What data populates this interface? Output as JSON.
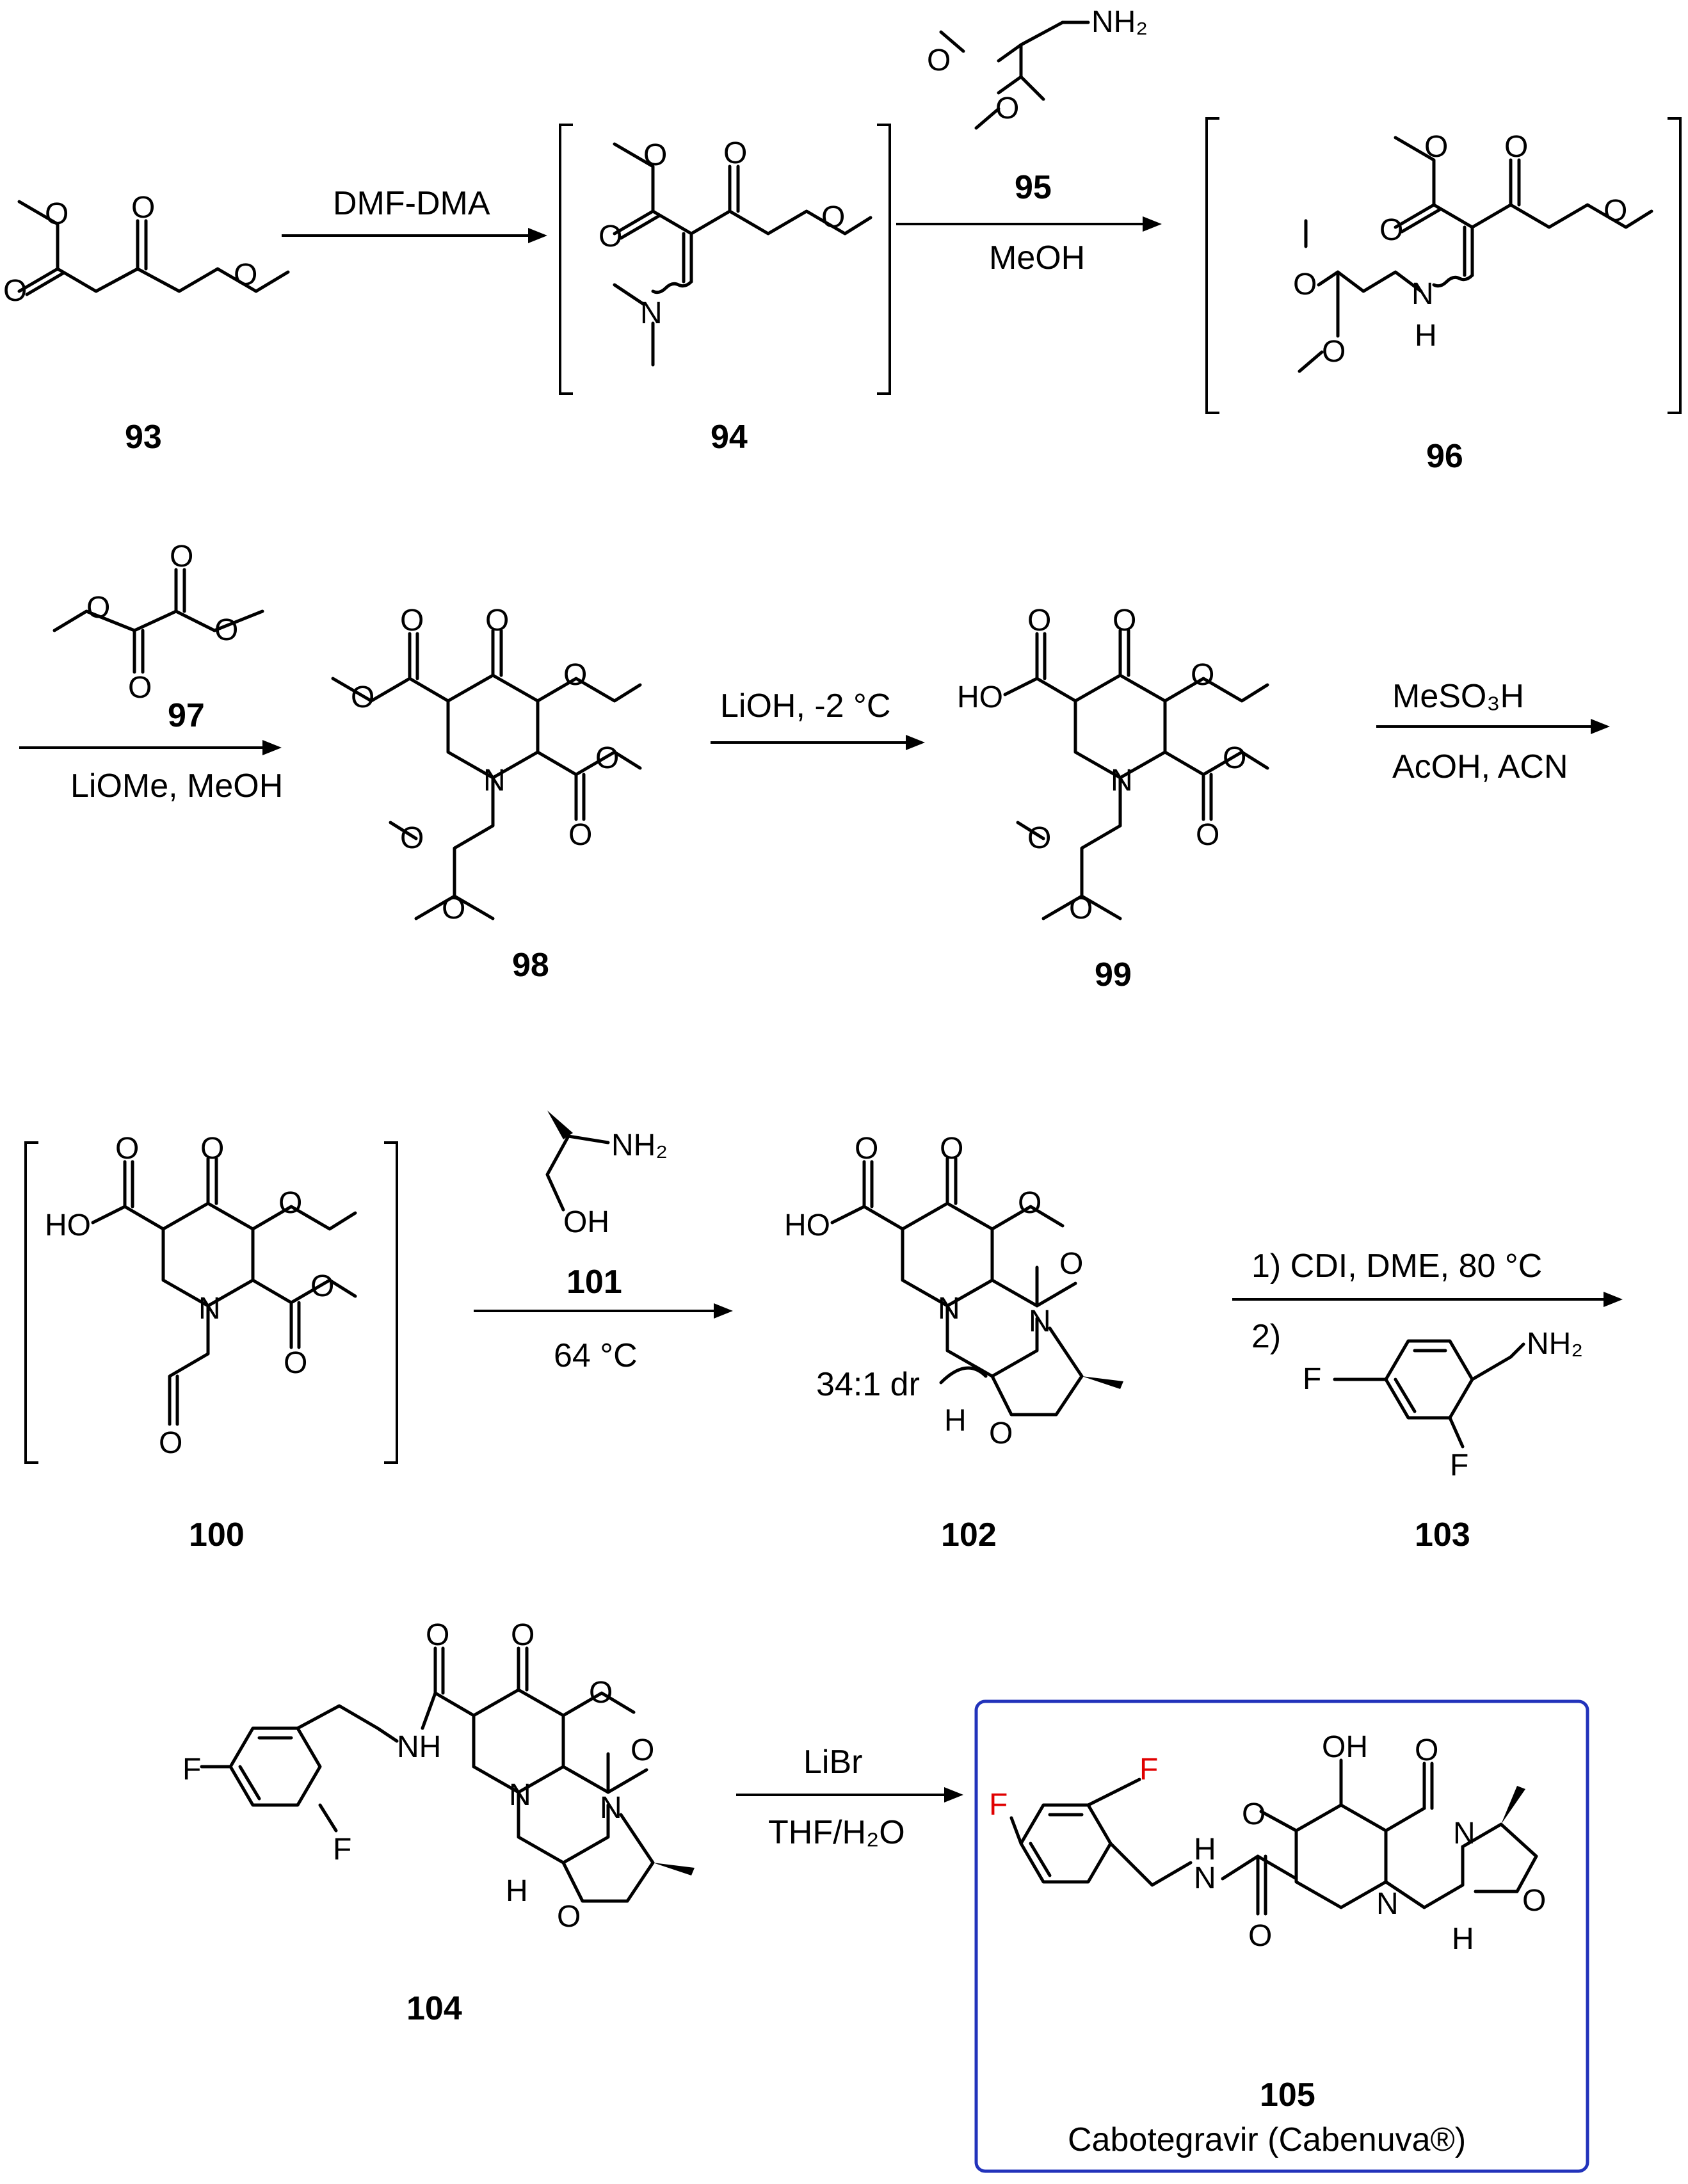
{
  "compounds": {
    "c93": "93",
    "c94": "94",
    "c95": "95",
    "c96": "96",
    "c97": "97",
    "c98": "98",
    "c99": "99",
    "c100": "100",
    "c101": "101",
    "c102": "102",
    "c103": "103",
    "c104": "104",
    "c105": "105"
  },
  "product_name": "Cabotegravir (Cabenuva®)",
  "reagents": {
    "step1": "DMF-DMA",
    "step2": "MeOH",
    "step3": "LiOMe, MeOH",
    "step4": "LiOH, -2 °C",
    "step5a": "MeSO₃H",
    "step5b": "AcOH, ACN",
    "step6": "64 °C",
    "step7a": "1) CDI, DME, 80 °C",
    "step7b": "2)",
    "step8a": "LiBr",
    "step8b": "THF/H₂O",
    "dr": "34:1 dr"
  },
  "atoms": {
    "O": "O",
    "N": "N",
    "H": "H",
    "F": "F",
    "HO": "HO",
    "OH": "OH",
    "NH2": "NH₂",
    "NH": "NH"
  },
  "colors": {
    "box_border": "#2233bb",
    "fluorine_highlight": "#e00000"
  }
}
